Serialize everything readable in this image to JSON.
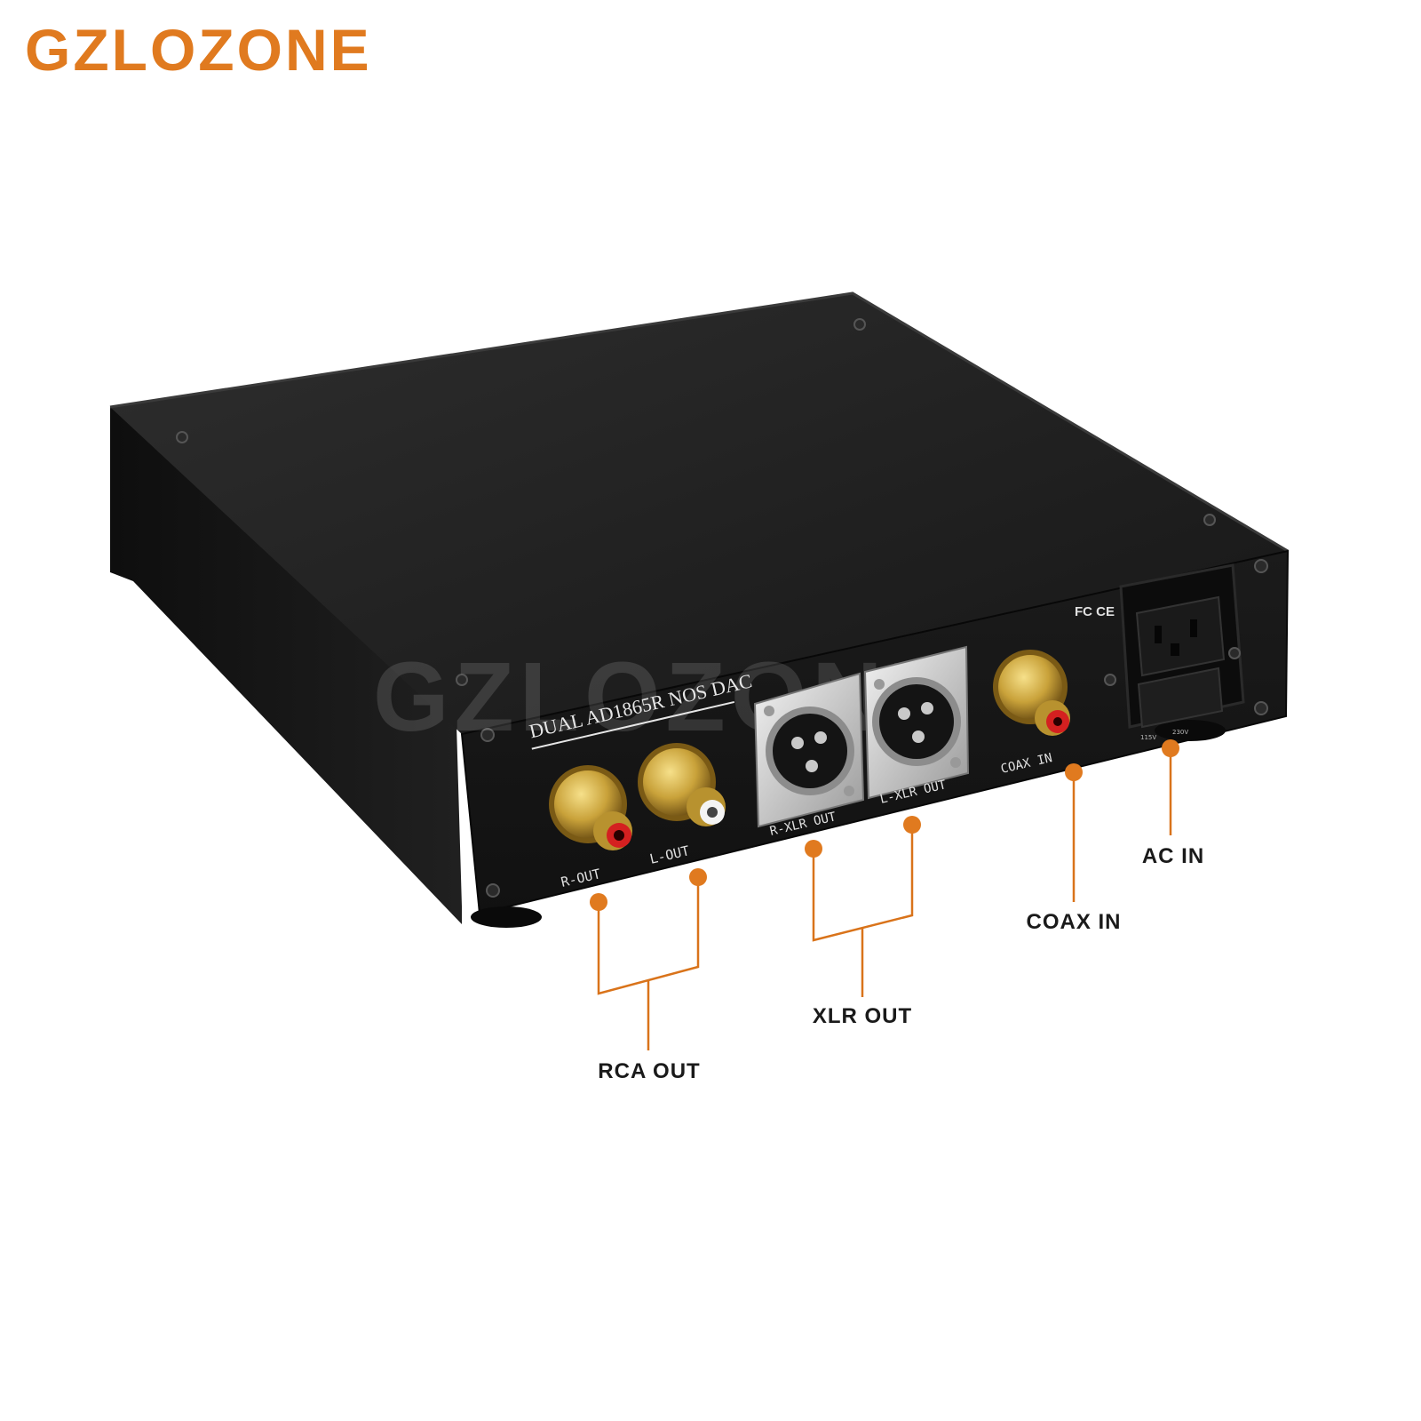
{
  "brand": "GZLOZONE",
  "watermark": "GZLOZONE",
  "device": {
    "model_label": "DUAL AD1865R NOS DAC",
    "port_labels": {
      "r_out": "R-OUT",
      "l_out": "L-OUT",
      "r_xlr": "R-XLR OUT",
      "l_xlr": "L-XLR OUT",
      "coax": "COAX IN",
      "voltage_115": "115V",
      "voltage_230": "230V",
      "cert": "FC CE"
    }
  },
  "callouts": {
    "ac_in": "AC IN",
    "coax_in": "COAX IN",
    "xlr_out": "XLR OUT",
    "rca_out": "RCA OUT"
  },
  "colors": {
    "accent": "#e07a1f",
    "chassis": "#1c1c1c",
    "gold": "#c9a23a",
    "rca_red": "#d42020"
  }
}
